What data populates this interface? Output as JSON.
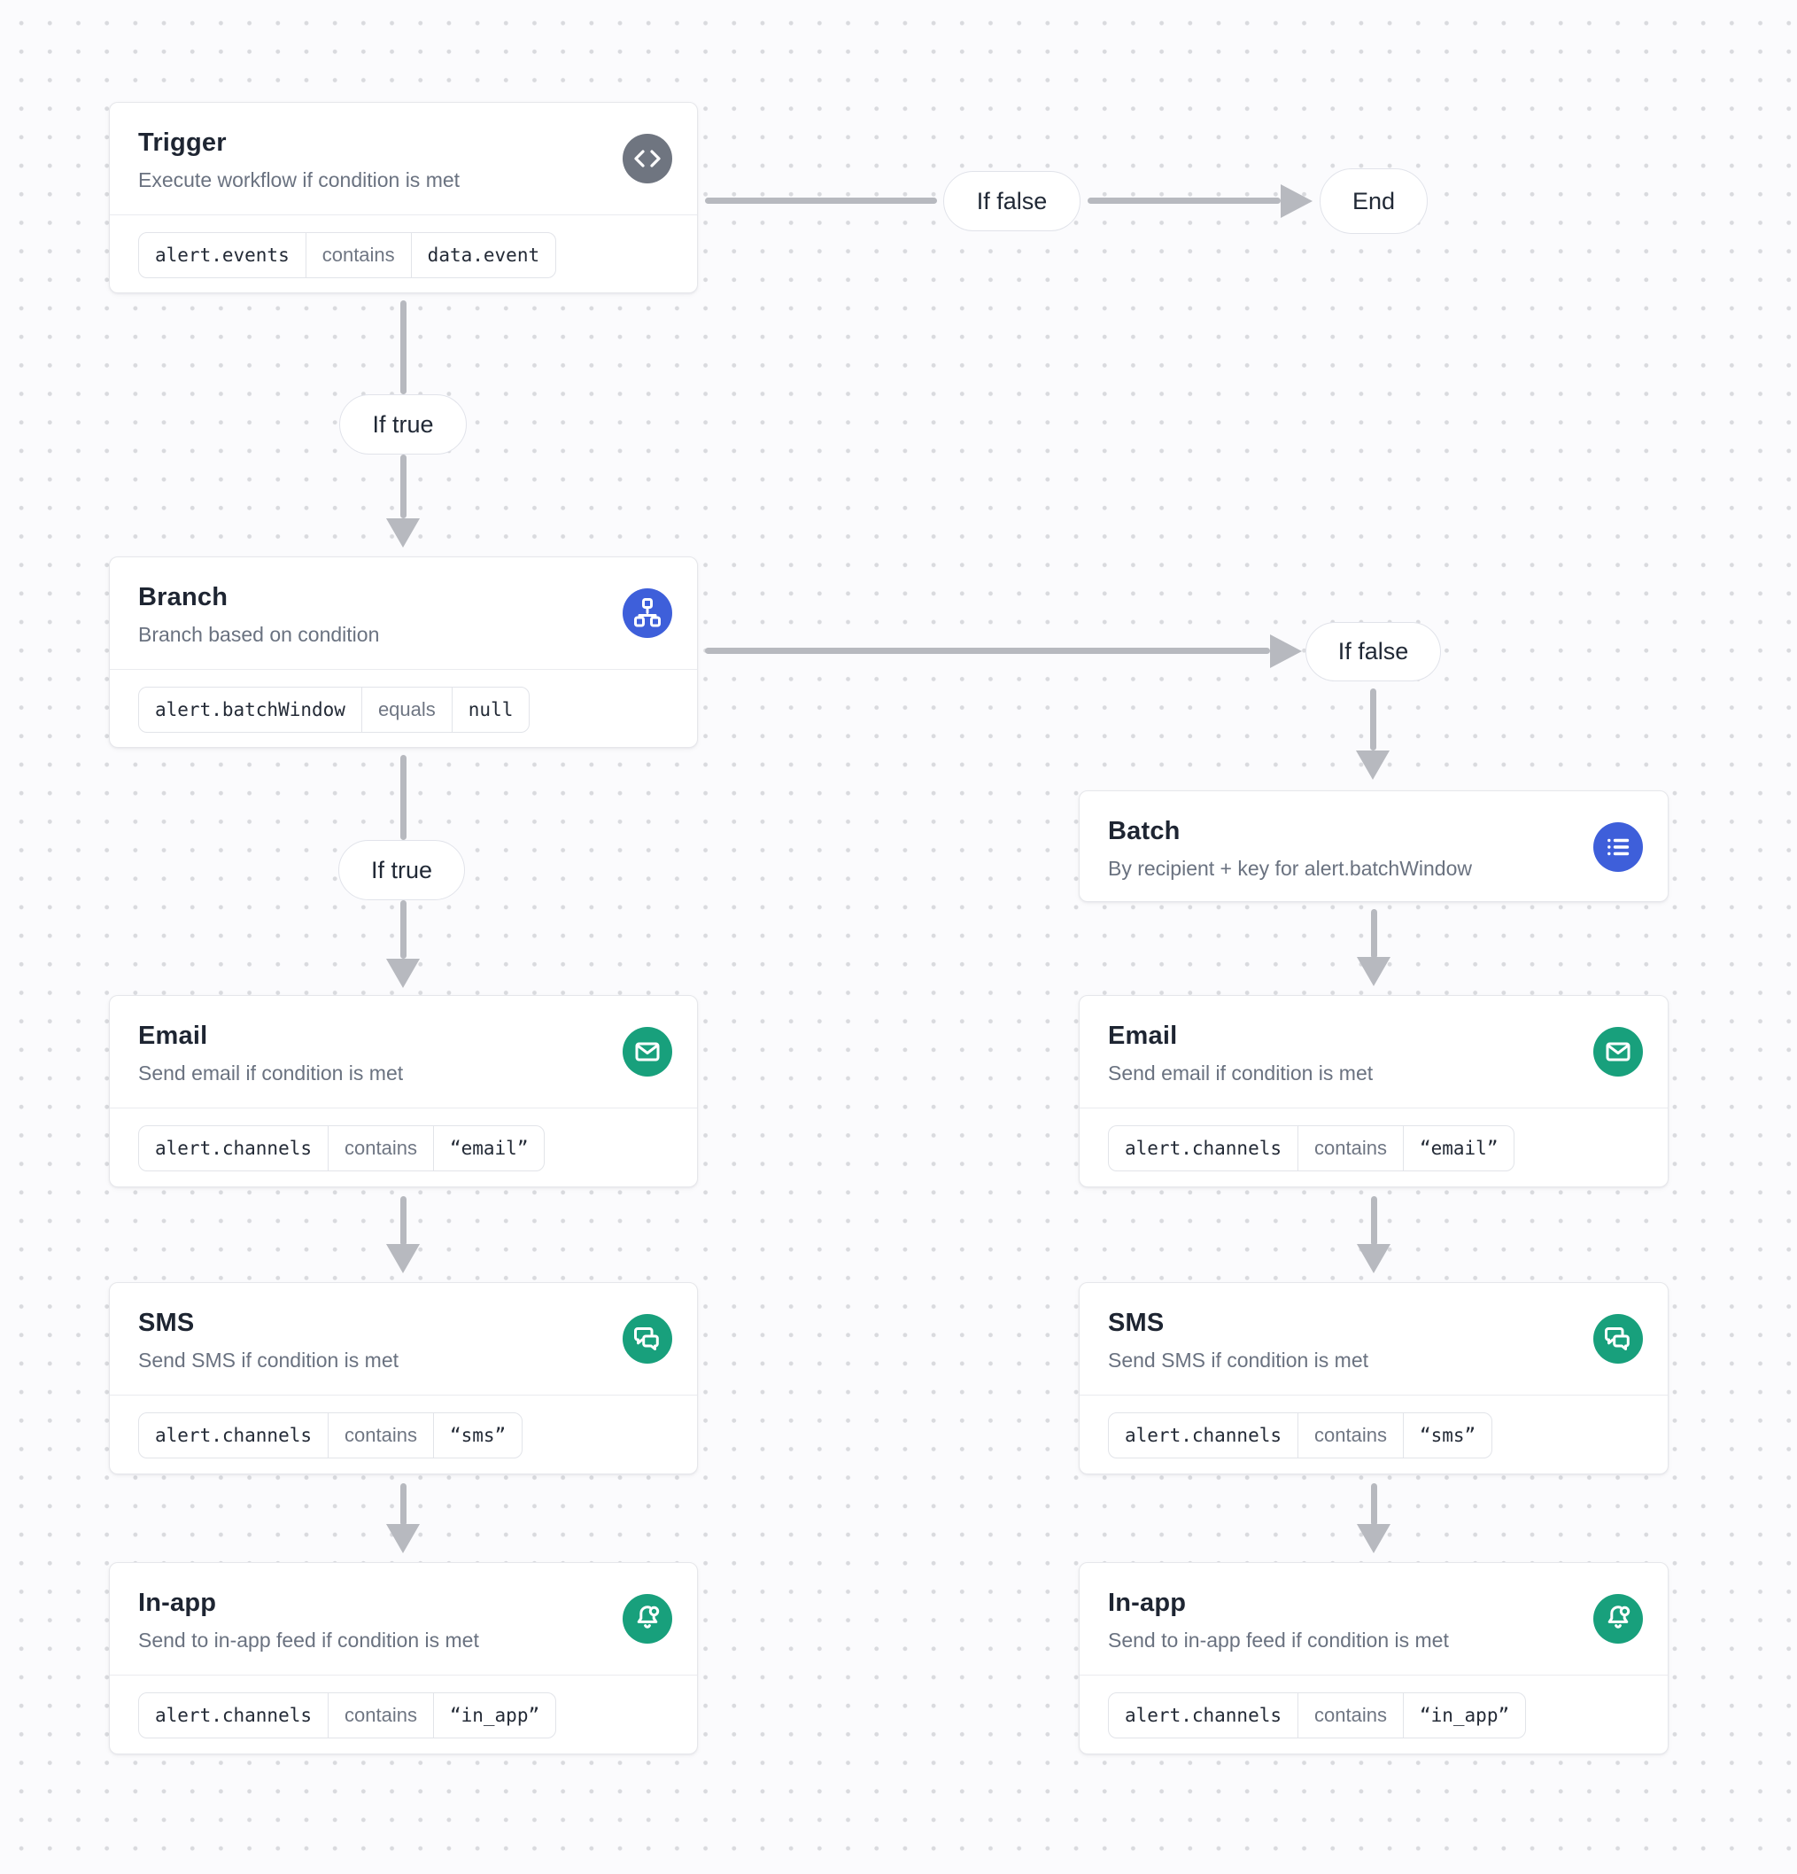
{
  "labels": {
    "if_true": "If true",
    "if_false": "If false",
    "end": "End"
  },
  "colors": {
    "accent_blue": "#3e5fda",
    "accent_green": "#18a07c",
    "accent_gray": "#6f7580",
    "arrow_gray": "#b7b9bf",
    "canvas_bg": "#fbfbfd",
    "canvas_dot": "#d9dade"
  },
  "nodes": {
    "trigger": {
      "title": "Trigger",
      "subtitle": "Execute workflow if condition is met",
      "icon": "code-icon",
      "condition": {
        "field": "alert.events",
        "operator": "contains",
        "value": "data.event"
      }
    },
    "branch": {
      "title": "Branch",
      "subtitle": "Branch based on condition",
      "icon": "sitemap-icon",
      "condition": {
        "field": "alert.batchWindow",
        "operator": "equals",
        "value": "null"
      }
    },
    "batch": {
      "title": "Batch",
      "subtitle": "By recipient + key for alert.batchWindow",
      "icon": "list-icon"
    },
    "email_left": {
      "title": "Email",
      "subtitle": "Send email if condition is met",
      "icon": "envelope-icon",
      "condition": {
        "field": "alert.channels",
        "operator": "contains",
        "value": "“email”"
      }
    },
    "email_right": {
      "title": "Email",
      "subtitle": "Send email if condition is met",
      "icon": "envelope-icon",
      "condition": {
        "field": "alert.channels",
        "operator": "contains",
        "value": "“email”"
      }
    },
    "sms_left": {
      "title": "SMS",
      "subtitle": "Send SMS if condition is met",
      "icon": "chat-bubbles-icon",
      "condition": {
        "field": "alert.channels",
        "operator": "contains",
        "value": "“sms”"
      }
    },
    "sms_right": {
      "title": "SMS",
      "subtitle": "Send SMS if condition is met",
      "icon": "chat-bubbles-icon",
      "condition": {
        "field": "alert.channels",
        "operator": "contains",
        "value": "“sms”"
      }
    },
    "inapp_left": {
      "title": "In-app",
      "subtitle": "Send to in-app feed if condition is met",
      "icon": "bell-icon",
      "condition": {
        "field": "alert.channels",
        "operator": "contains",
        "value": "“in_app”"
      }
    },
    "inapp_right": {
      "title": "In-app",
      "subtitle": "Send to in-app feed if condition is met",
      "icon": "bell-icon",
      "condition": {
        "field": "alert.channels",
        "operator": "contains",
        "value": "“in_app”"
      }
    }
  }
}
